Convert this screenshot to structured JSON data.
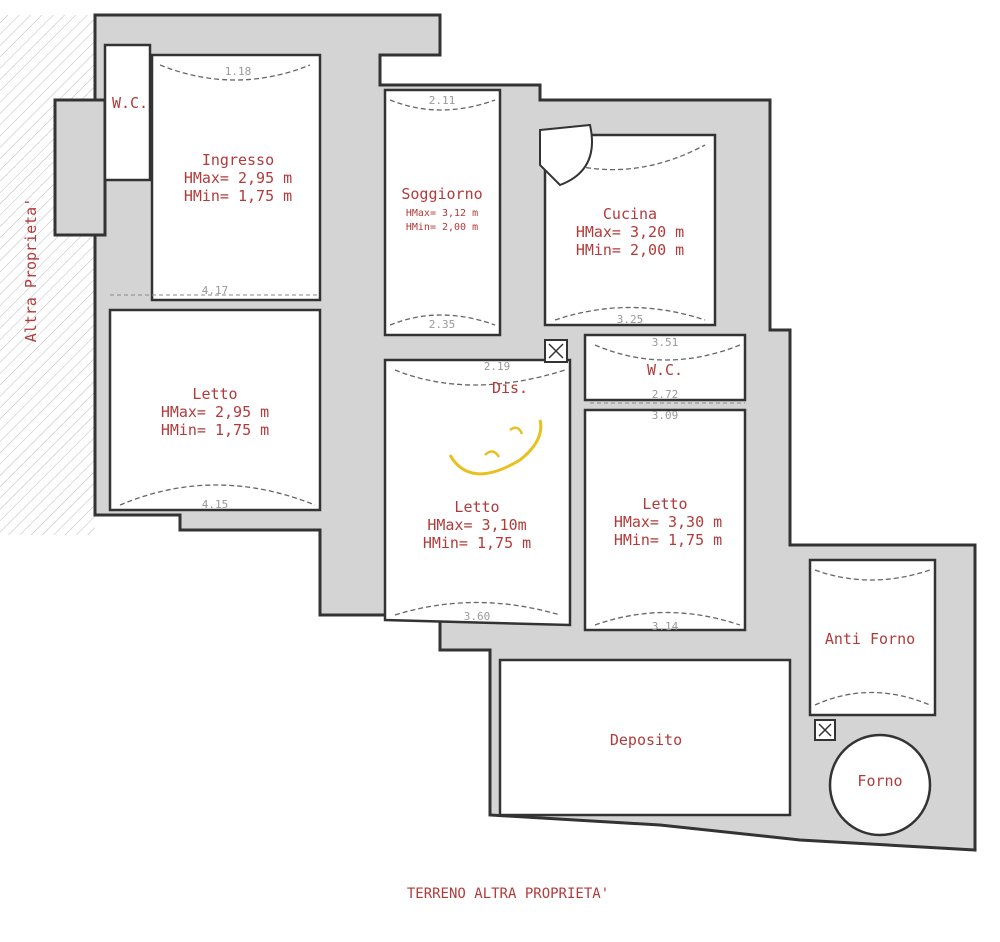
{
  "plan": {
    "neighbor_label": "Altra Proprieta'",
    "bottom_label": "TERRENO ALTRA PROPRIETA'",
    "rooms": [
      {
        "name": "W.C."
      },
      {
        "name": "Ingresso",
        "hmax": "HMax= 2,95 m",
        "hmin": "HMin= 1,75 m"
      },
      {
        "name": "Soggiorno",
        "hmax": "HMax= 3,12 m",
        "hmin": "HMin= 2,00 m"
      },
      {
        "name": "Cucina",
        "hmax": "HMax= 3,20 m",
        "hmin": "HMin= 2,00 m"
      },
      {
        "name": "Letto",
        "hmax": "HMax= 2,95 m",
        "hmin": "HMin= 1,75 m"
      },
      {
        "name": "Dis."
      },
      {
        "name": "W.C."
      },
      {
        "name": "Letto",
        "hmax": "HMax= 3,10m",
        "hmin": "HMin= 1,75 m"
      },
      {
        "name": "Letto",
        "hmax": "HMax= 3,30 m",
        "hmin": "HMin= 1,75 m"
      },
      {
        "name": "Anti Forno"
      },
      {
        "name": "Deposito"
      },
      {
        "name": "Forno"
      }
    ],
    "dimensions": [
      "1.18",
      "2.11",
      "4.17",
      "2.35",
      "3.25",
      "3.51",
      "2.19",
      "2.72",
      "3.09",
      "4.15",
      "3.60",
      "3.14"
    ]
  },
  "colors": {
    "label": "#b23a3a",
    "wall": "#d4d4d4",
    "annotation": "#e8c020"
  }
}
